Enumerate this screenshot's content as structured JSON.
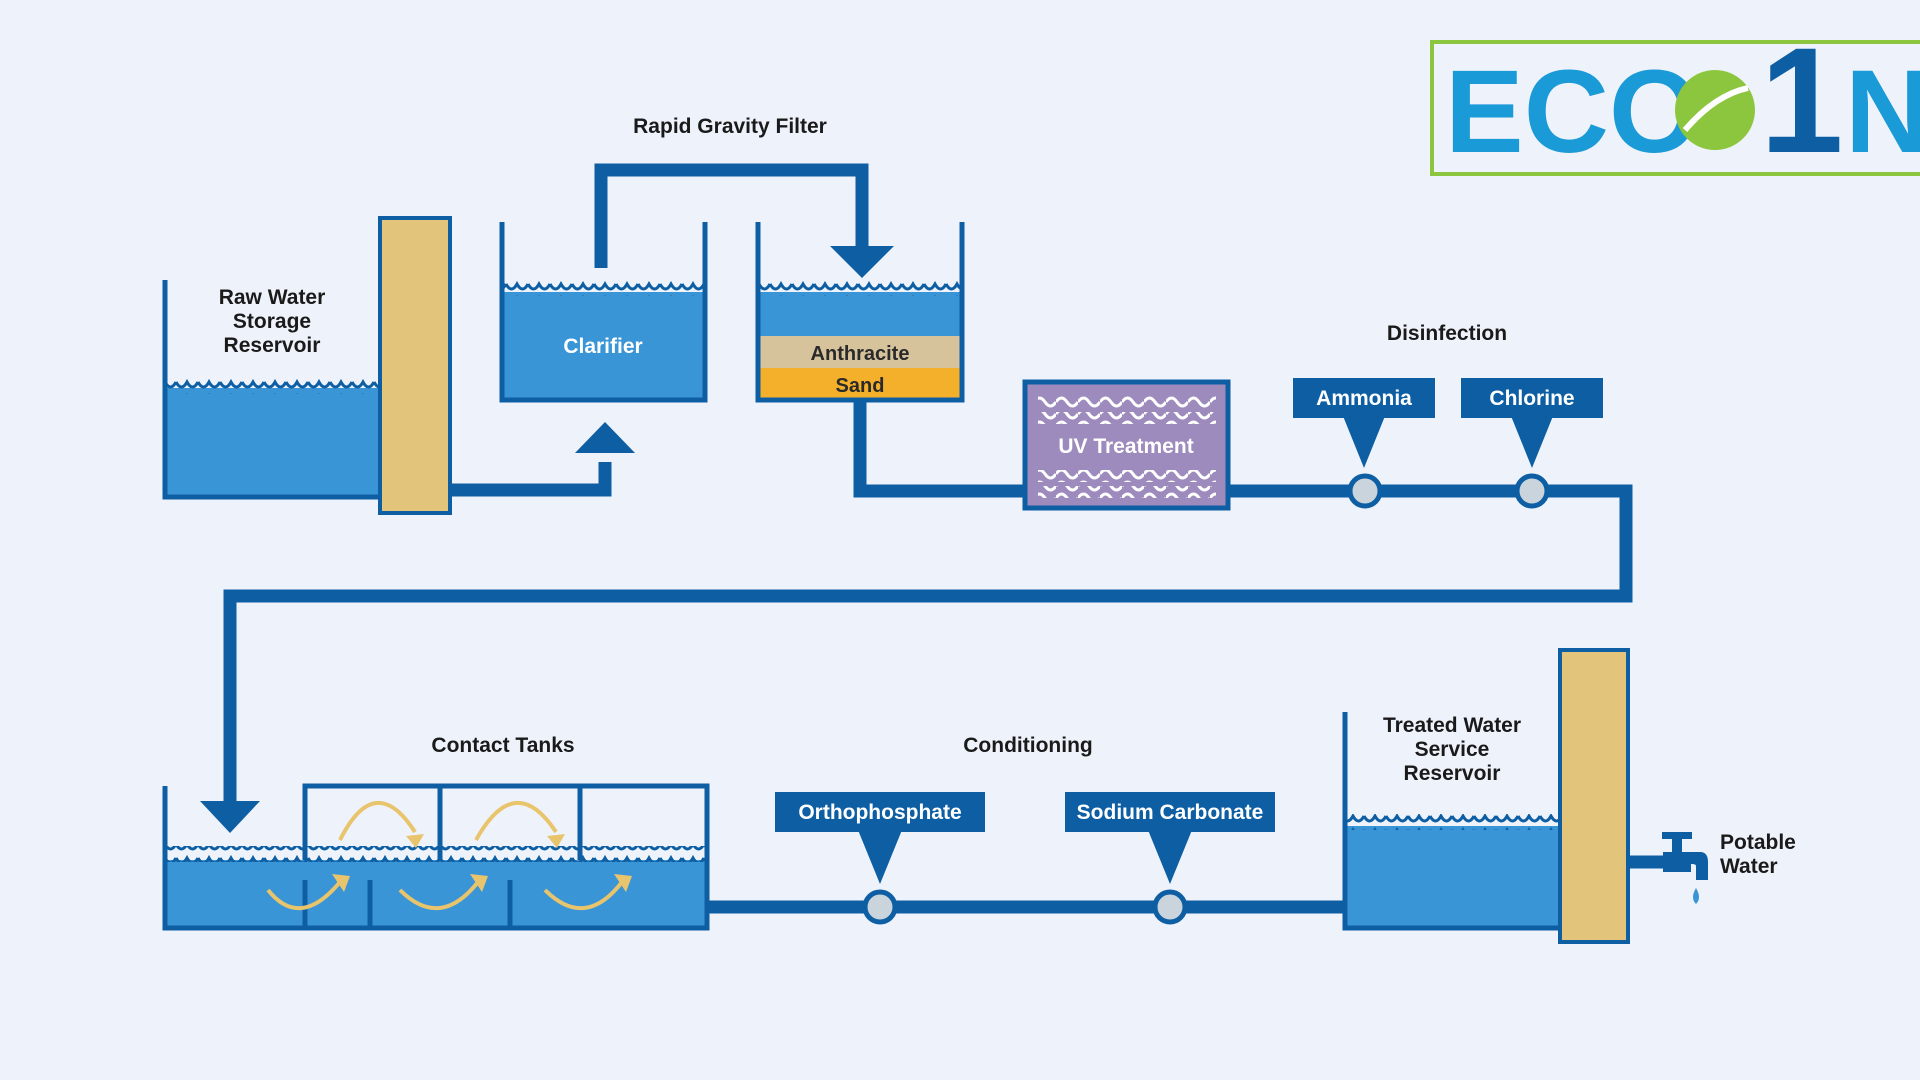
{
  "logo": {
    "text": "ECO",
    "text2": "NE",
    "numeral": "1",
    "colors": {
      "blue": "#1a9ad6",
      "green": "#8cc63f",
      "dark_blue": "#0d5ea3"
    }
  },
  "labels": {
    "raw_water": [
      "Raw Water",
      "Storage",
      "Reservoir"
    ],
    "rapid_gravity_filter": "Rapid Gravity Filter",
    "clarifier": "Clarifier",
    "anthracite": "Anthracite",
    "sand": "Sand",
    "uv_treatment": "UV Treatment",
    "disinfection": "Disinfection",
    "ammonia": "Ammonia",
    "chlorine": "Chlorine",
    "contact_tanks": "Contact Tanks",
    "conditioning": "Conditioning",
    "orthophosphate": "Orthophosphate",
    "sodium_carbonate": "Sodium Carbonate",
    "treated_water": [
      "Treated Water",
      "Service",
      "Reservoir"
    ],
    "potable_water": [
      "Potable",
      "Water"
    ]
  },
  "colors": {
    "background": "#eef3fb",
    "water": "#3a95d6",
    "pipe": "#0d5ea3",
    "anthracite": "#d7c39b",
    "sand": "#f5b02b",
    "uv_box": "#9d8bbd",
    "reservoir_wall": "#e2c57a"
  }
}
